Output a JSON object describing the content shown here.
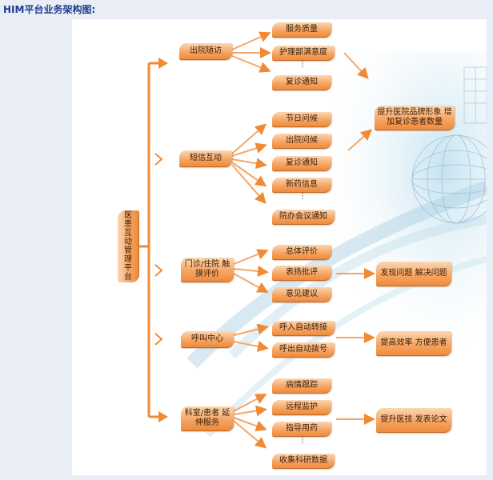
{
  "page_title": "HIM平台业务架构图:",
  "root": "医患互动管理平台",
  "groups": [
    {
      "label": "出院随访",
      "items": [
        "服务质量",
        "护理部满意度",
        "复诊通知"
      ],
      "outcome": "提升医院品牌形象 增加复诊患者数量"
    },
    {
      "label": "短信互动",
      "items": [
        "节日问候",
        "出院问候",
        "复诊通知",
        "新药信息",
        "院办会议通知"
      ]
    },
    {
      "label": "门诊/住院 触摸评价",
      "items": [
        "总体评价",
        "表扬批评",
        "意见建议"
      ],
      "outcome": "发现问题 解决问题"
    },
    {
      "label": "呼叫中心",
      "items": [
        "呼入自动转接",
        "呼出自动拨号"
      ],
      "outcome": "提高效率 方便患者"
    },
    {
      "label": "科室/患者 延伸服务",
      "items": [
        "病情跟踪",
        "远程监护",
        "指导用药",
        "收集科研数据"
      ],
      "outcome": "提升医技 发表论文"
    }
  ],
  "ellipsis": "⋮",
  "colors": {
    "accent": "#f08a34",
    "box_light": "#fcd7b2",
    "title": "#1f3d8c",
    "background": "#e9edf6"
  }
}
